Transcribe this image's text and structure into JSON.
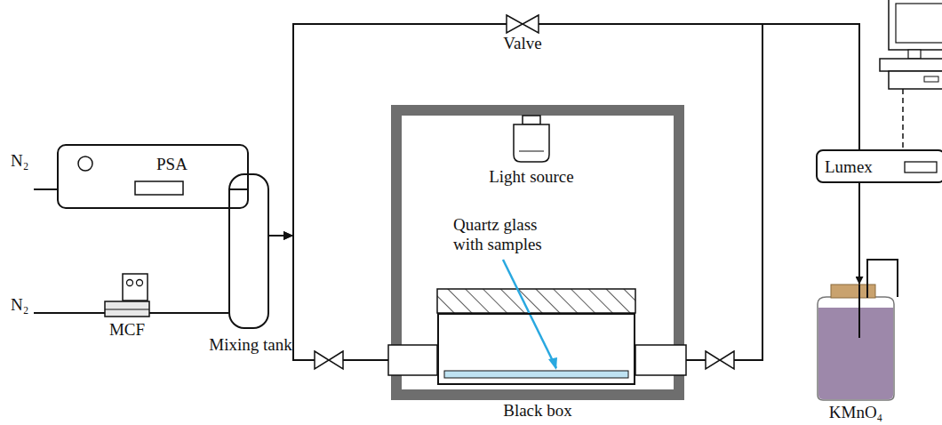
{
  "diagram": {
    "nodes": [
      {
        "text": [
          "PSA"
        ]
      },
      {
        "text": [
          "MCF"
        ]
      },
      {
        "text": [
          "Mixing tank"
        ]
      },
      {
        "text": [
          "Black box"
        ]
      },
      {
        "text": [
          "Light source"
        ],
        "in": 3
      },
      {
        "text": [
          "Quartz glass with samples"
        ],
        "in": 3
      },
      {
        "text": [
          "Lumex"
        ]
      },
      {
        "text": [
          "KMnO₄"
        ]
      }
    ],
    "edges": [
      {
        "from": 0,
        "to": 2,
        "arrow": "none"
      },
      {
        "from": 1,
        "to": 2,
        "arrow": "none"
      },
      {
        "from": 2,
        "to": 5,
        "arrow": "to"
      },
      {
        "from": 2,
        "to": 6,
        "label": "Valve",
        "arrow": "to"
      },
      {
        "from": 5,
        "to": 6,
        "arrow": "none"
      },
      {
        "from": 6,
        "to": 7,
        "arrow": "to"
      }
    ],
    "labels": [
      "N₂",
      "N₂"
    ]
  }
}
